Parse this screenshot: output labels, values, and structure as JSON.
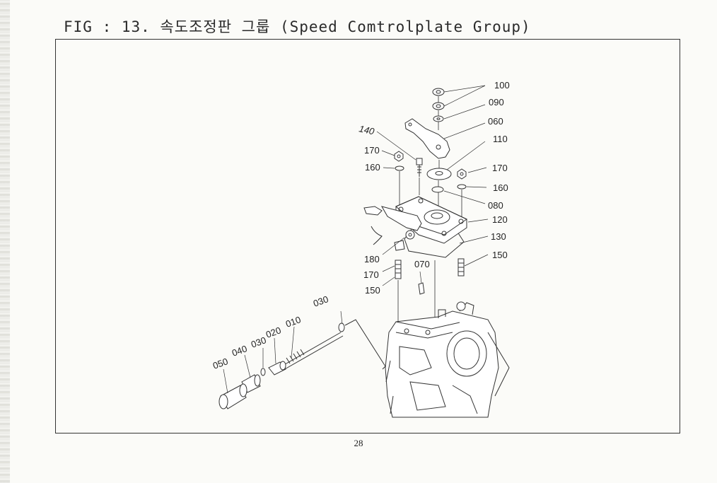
{
  "title": "FIG : 13. 속도조정판 그룹 (Speed Comtrolplate Group)",
  "page_number": "28",
  "part_labels": {
    "p100": "100",
    "p090": "090",
    "p060": "060",
    "p110": "110",
    "p170_right": "170",
    "p160_right": "160",
    "p080": "080",
    "p120": "120",
    "p130": "130",
    "p150_right": "150",
    "p140": "140",
    "p170_upper_left": "170",
    "p160_left": "160",
    "p180": "180",
    "p170_lower_left": "170",
    "p150_left": "150",
    "p070": "070",
    "p030_upper": "030",
    "p010": "010",
    "p020": "020",
    "p030_lower": "030",
    "p040": "040",
    "p050": "050"
  }
}
